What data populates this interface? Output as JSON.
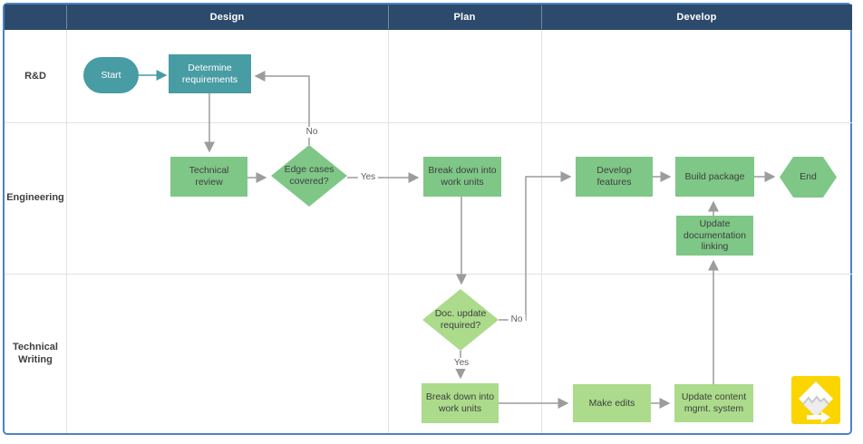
{
  "header": {
    "bg_color": "#2C4A6B",
    "columns": [
      {
        "label": "Design"
      },
      {
        "label": "Plan"
      },
      {
        "label": "Develop"
      }
    ]
  },
  "lanes": [
    {
      "label": "R&D"
    },
    {
      "label": "Engineering"
    },
    {
      "label": "Technical Writing"
    }
  ],
  "nodes": {
    "start": {
      "label": "Start",
      "type": "terminator",
      "lane": "R&D",
      "phase": "Design",
      "color": "#489CA3"
    },
    "determine_requirements": {
      "label": "Determine requirements",
      "type": "process",
      "lane": "R&D",
      "phase": "Design",
      "color": "#489CA3"
    },
    "technical_review": {
      "label": "Technical review",
      "type": "process",
      "lane": "Engineering",
      "phase": "Design",
      "color": "#7EC787"
    },
    "edge_cases": {
      "label": "Edge cases covered?",
      "type": "decision",
      "lane": "Engineering",
      "phase": "Design",
      "color": "#7EC787"
    },
    "breakdown_eng": {
      "label": "Break down into work units",
      "type": "process",
      "lane": "Engineering",
      "phase": "Plan",
      "color": "#7EC787"
    },
    "develop_features": {
      "label": "Develop features",
      "type": "process",
      "lane": "Engineering",
      "phase": "Develop",
      "color": "#7EC787"
    },
    "build_package": {
      "label": "Build package",
      "type": "process",
      "lane": "Engineering",
      "phase": "Develop",
      "color": "#7EC787"
    },
    "end": {
      "label": "End",
      "type": "terminator",
      "lane": "Engineering",
      "phase": "Develop",
      "color": "#7EC787"
    },
    "update_doc_linking": {
      "label": "Update documentation linking",
      "type": "process",
      "lane": "Engineering",
      "phase": "Develop",
      "color": "#7EC787"
    },
    "doc_update": {
      "label": "Doc. update required?",
      "type": "decision",
      "lane": "Technical Writing",
      "phase": "Plan",
      "color": "#ABDB8B"
    },
    "breakdown_tw": {
      "label": "Break down into work units",
      "type": "process",
      "lane": "Technical Writing",
      "phase": "Plan",
      "color": "#ABDB8B"
    },
    "make_edits": {
      "label": "Make edits",
      "type": "process",
      "lane": "Technical Writing",
      "phase": "Develop",
      "color": "#ABDB8B"
    },
    "update_content": {
      "label": "Update content mgmt. system",
      "type": "process",
      "lane": "Technical Writing",
      "phase": "Develop",
      "color": "#ABDB8B"
    }
  },
  "edge_labels": {
    "no_top": "No",
    "yes_right": "Yes",
    "no_doc": "No",
    "yes_doc": "Yes"
  },
  "edges": [
    {
      "from": "start",
      "to": "determine_requirements"
    },
    {
      "from": "determine_requirements",
      "to": "technical_review"
    },
    {
      "from": "technical_review",
      "to": "edge_cases"
    },
    {
      "from": "edge_cases",
      "to": "determine_requirements",
      "label": "No"
    },
    {
      "from": "edge_cases",
      "to": "breakdown_eng",
      "label": "Yes"
    },
    {
      "from": "breakdown_eng",
      "to": "doc_update"
    },
    {
      "from": "doc_update",
      "to": "develop_features",
      "label": "No"
    },
    {
      "from": "doc_update",
      "to": "breakdown_tw",
      "label": "Yes"
    },
    {
      "from": "breakdown_tw",
      "to": "make_edits"
    },
    {
      "from": "make_edits",
      "to": "update_content"
    },
    {
      "from": "update_content",
      "to": "update_doc_linking"
    },
    {
      "from": "update_doc_linking",
      "to": "build_package"
    },
    {
      "from": "develop_features",
      "to": "build_package"
    },
    {
      "from": "build_package",
      "to": "end"
    }
  ],
  "colors": {
    "frame_border": "#4C83C3",
    "header_bg": "#2C4A6B",
    "teal_shape": "#489CA3",
    "green_shape": "#7EC787",
    "light_green_shape": "#ABDB8B",
    "connector": "#9C9C9C",
    "grid_line": "#E2E2E2",
    "logo_yellow": "#FBD500"
  }
}
